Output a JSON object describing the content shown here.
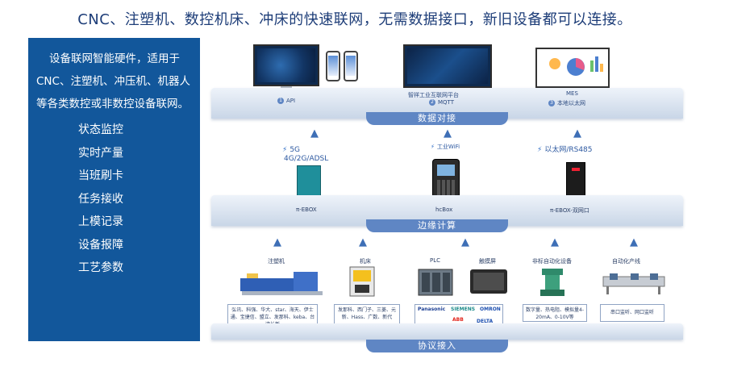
{
  "headline": "CNC、注塑机、数控机床、冲床的快速联网，无需数据接口，新旧设备都可以连接。",
  "panel": {
    "intro": "设备联网智能硬件，适用于CNC、注塑机、冲压机、机器人等各类数控或非数控设备联网。",
    "features": [
      "状态监控",
      "实时产量",
      "当班刷卡",
      "任务接收",
      "上模记录",
      "设备报障",
      "工艺参数"
    ]
  },
  "layers": {
    "data": {
      "label": "数据对接",
      "items": [
        {
          "num": "1",
          "text": "API"
        },
        {
          "num": "2",
          "text": "MQTT",
          "caption": "智祥工业互联网平台"
        },
        {
          "num": "3",
          "text": "本地以太网",
          "caption": "MES"
        }
      ]
    },
    "edge": {
      "label": "边缘计算",
      "networks": [
        {
          "line1": "5G",
          "line2": "4G/2G/ADSL"
        },
        {
          "line1": "工业WiFi"
        },
        {
          "line1": "以太网/RS485"
        }
      ],
      "devices": [
        "π-EBOX",
        "hcBox",
        "π-EBOX-双网口"
      ]
    },
    "protocol": {
      "label": "协议接入",
      "equipment": [
        "注塑机",
        "机床",
        "PLC",
        "触摸屏",
        "非标自动化设备",
        "自动化产线"
      ],
      "brands_injection": "弘讯、科强、华大、star、海天、伊士通、宝捷信、盟立、发那科、keba、台湾长新",
      "brands_cnc": "发那科、西门子、三菱、元新、Hass、广数、新代",
      "brands_plc": [
        "Panasonic",
        "SIEMENS",
        "OMRON",
        "ABB",
        "DELTA"
      ],
      "io_note": "数字量、热电阻、模拟量4-20mA、0-10V等",
      "line_note": "串口监听、网口监听"
    }
  }
}
